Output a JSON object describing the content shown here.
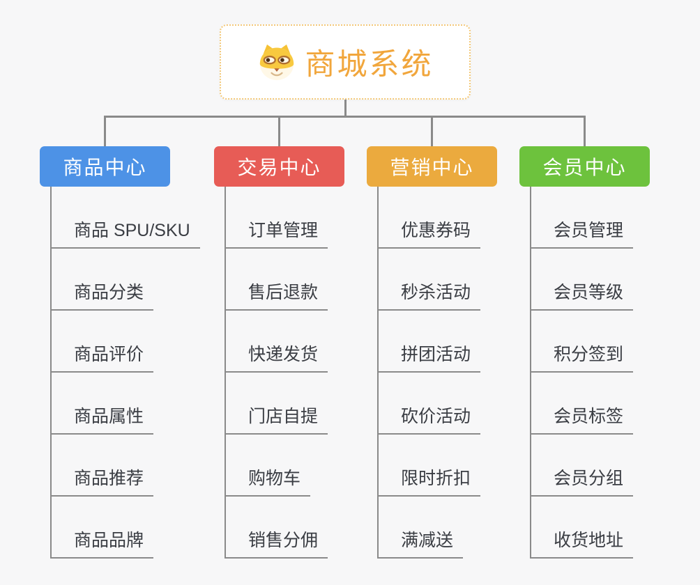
{
  "root": {
    "title": "商城系统",
    "icon": "dog-face-icon",
    "title_color": "#f1a63c",
    "border_color": "#f3c878"
  },
  "style": {
    "background": "#f7f7f8",
    "line_color": "#8a8a8a",
    "child_text_color": "#3a3d43"
  },
  "branches": [
    {
      "label": "商品中心",
      "color": "#4d92e6",
      "children": [
        "商品 SPU/SKU",
        "商品分类",
        "商品评价",
        "商品属性",
        "商品推荐",
        "商品品牌"
      ]
    },
    {
      "label": "交易中心",
      "color": "#e75c56",
      "children": [
        "订单管理",
        "售后退款",
        "快递发货",
        "门店自提",
        "购物车",
        "销售分佣"
      ]
    },
    {
      "label": "营销中心",
      "color": "#ebaa3e",
      "children": [
        "优惠券码",
        "秒杀活动",
        "拼团活动",
        "砍价活动",
        "限时折扣",
        "满减送"
      ]
    },
    {
      "label": "会员中心",
      "color": "#6dc23d",
      "children": [
        "会员管理",
        "会员等级",
        "积分签到",
        "会员标签",
        "会员分组",
        "收货地址"
      ]
    }
  ]
}
